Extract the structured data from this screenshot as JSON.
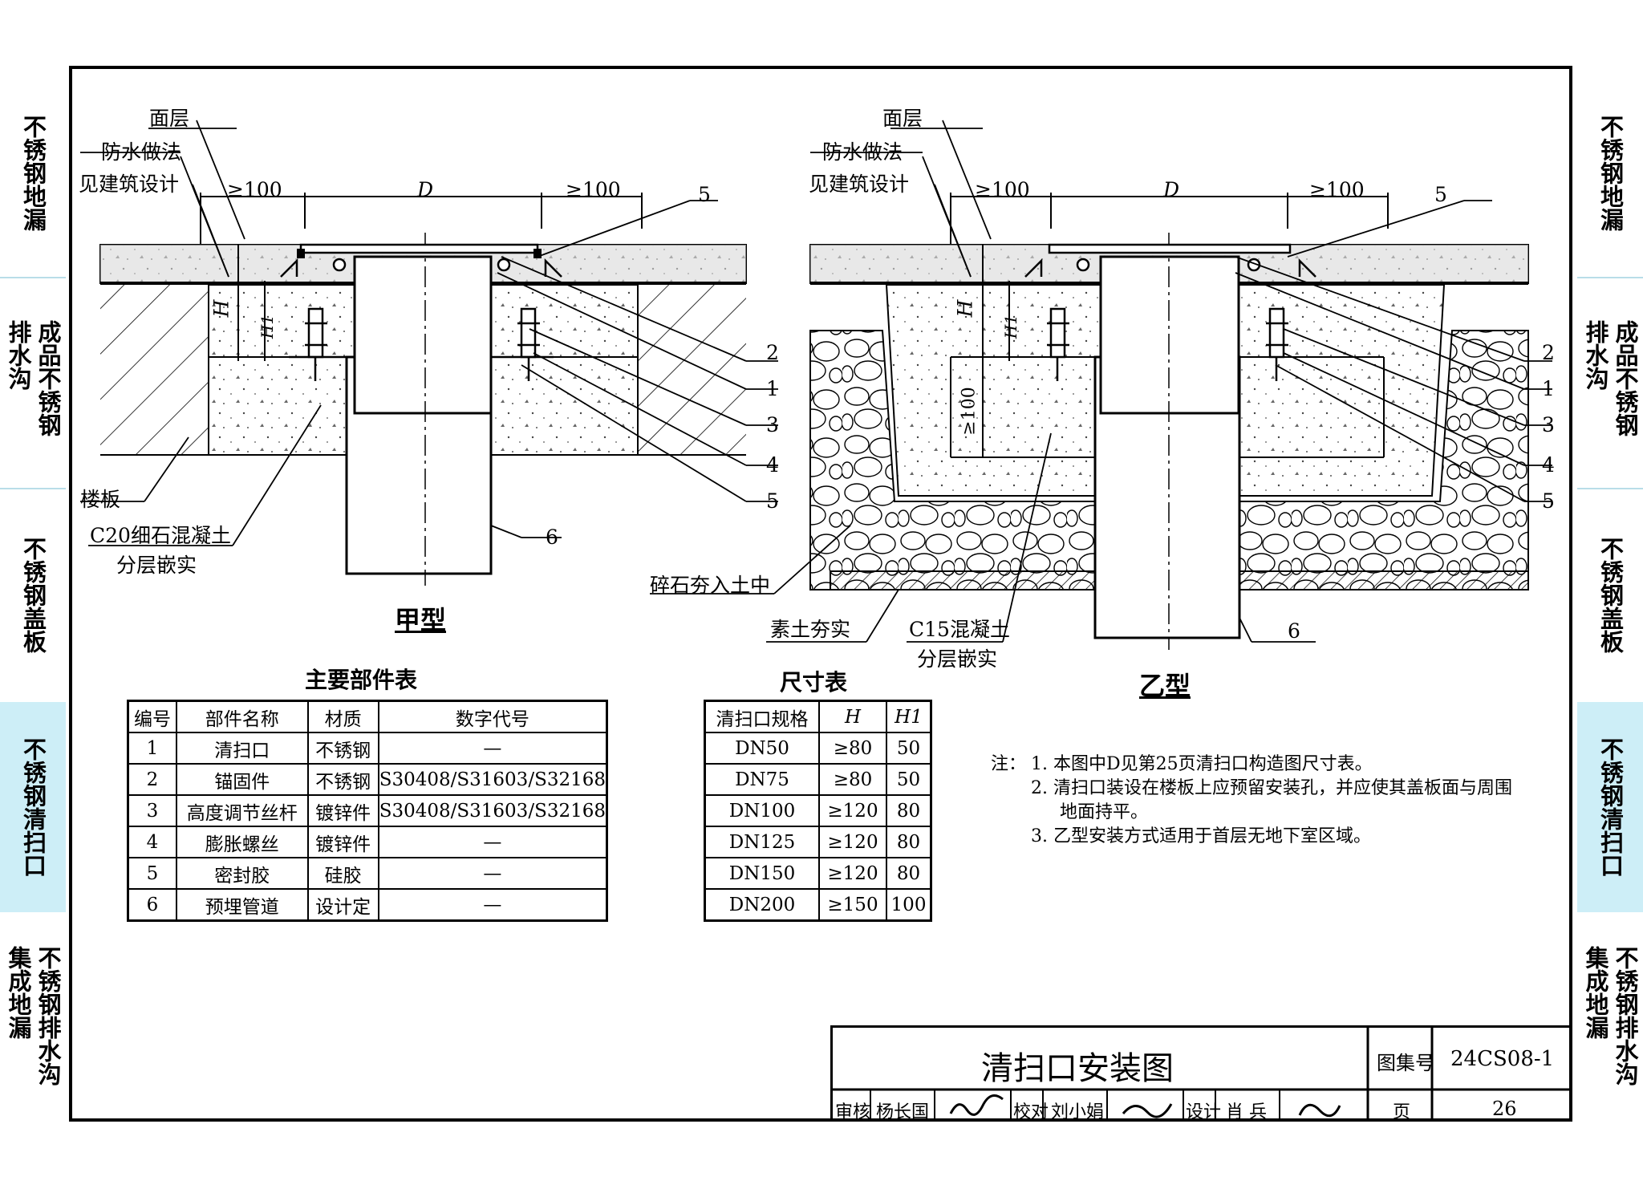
{
  "side_tabs": [
    {
      "text": "不锈钢地漏",
      "active": false
    },
    {
      "text": "成品不锈钢排水沟",
      "active": false
    },
    {
      "text": "不锈钢盖板",
      "active": false
    },
    {
      "text": "不锈钢清扫口",
      "active": true
    },
    {
      "text": "不锈钢排水沟集成地漏",
      "active": false
    }
  ],
  "diagram_a": {
    "caption": "甲型",
    "label_surface": "面层",
    "label_waterproof_1": "防水做法",
    "label_waterproof_2": "见建筑设计",
    "dim_left": "≥100",
    "dim_d": "D",
    "dim_right": "≥100",
    "dim_h": "H",
    "dim_h1": "H1",
    "label_slab": "楼板",
    "label_concrete_1": "C20细石混凝土",
    "label_concrete_2": "分层嵌实",
    "callouts": [
      "5",
      "2",
      "1",
      "3",
      "4",
      "5",
      "6"
    ]
  },
  "diagram_b": {
    "caption": "乙型",
    "label_surface": "面层",
    "label_waterproof_1": "防水做法",
    "label_waterproof_2": "见建筑设计",
    "dim_left": "≥100",
    "dim_d": "D",
    "dim_right": "≥100",
    "dim_h": "H",
    "dim_h1": "H1",
    "dim_100": "≥100",
    "label_gravel": "碎石夯入土中",
    "label_soil": "素土夯实",
    "label_concrete_1": "C15混凝土",
    "label_concrete_2": "分层嵌实",
    "callouts": [
      "5",
      "2",
      "1",
      "3",
      "4",
      "5",
      "6"
    ]
  },
  "parts_table": {
    "title": "主要部件表",
    "headers": [
      "编号",
      "部件名称",
      "材质",
      "数字代号"
    ],
    "rows": [
      [
        "1",
        "清扫口",
        "不锈钢",
        "—"
      ],
      [
        "2",
        "锚固件",
        "不锈钢",
        "S30408/S31603/S32168"
      ],
      [
        "3",
        "高度调节丝杆",
        "镀锌件",
        "S30408/S31603/S32168"
      ],
      [
        "4",
        "膨胀螺丝",
        "镀锌件",
        "—"
      ],
      [
        "5",
        "密封胶",
        "硅胶",
        "—"
      ],
      [
        "6",
        "预埋管道",
        "设计定",
        "—"
      ]
    ]
  },
  "size_table": {
    "title": "尺寸表",
    "headers": [
      "清扫口规格",
      "H",
      "H1"
    ],
    "rows": [
      [
        "DN50",
        "≥80",
        "50"
      ],
      [
        "DN75",
        "≥80",
        "50"
      ],
      [
        "DN100",
        "≥120",
        "80"
      ],
      [
        "DN125",
        "≥120",
        "80"
      ],
      [
        "DN150",
        "≥120",
        "80"
      ],
      [
        "DN200",
        "≥150",
        "100"
      ]
    ]
  },
  "notes": {
    "prefix": "注：",
    "items": [
      "1. 本图中D见第25页清扫口构造图尺寸表。",
      "2. 清扫口装设在楼板上应预留安装孔，并应使其盖板面与周围",
      "地面持平。",
      "3. 乙型安装方式适用于首层无地下室区域。"
    ]
  },
  "title_block": {
    "drawing_title": "清扫口安装图",
    "atlas_label": "图集号",
    "atlas_no": "24CS08-1",
    "review_label": "审核",
    "reviewer": "杨长国",
    "check_label": "校对",
    "checker": "刘小娟",
    "design_label": "设计",
    "designer": "肖 兵",
    "page_label": "页",
    "page_no": "26"
  }
}
